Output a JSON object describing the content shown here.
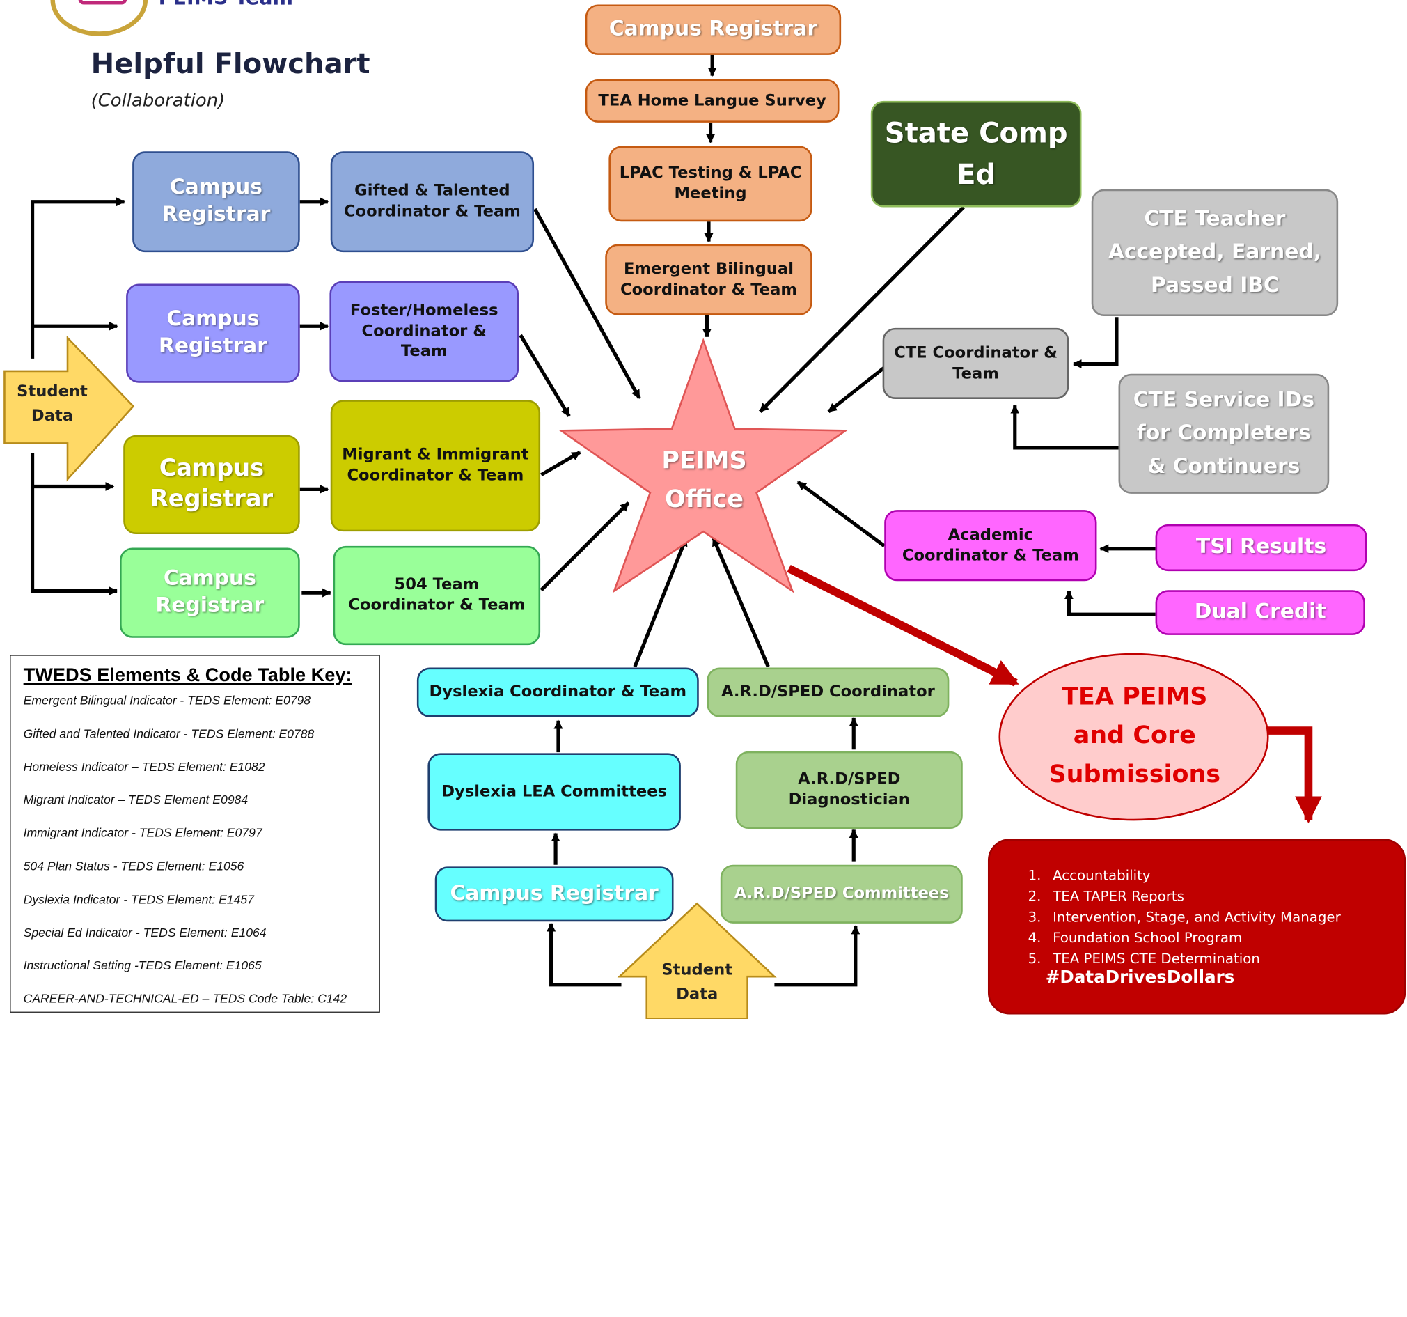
{
  "header": {
    "brand": "PEIMS Team",
    "title": "Helpful Flowchart",
    "subtitle": "(Collaboration)"
  },
  "top_chain": [
    "Campus Registrar",
    "TEA Home Langue Survey",
    "LPAC Testing & LPAC Meeting",
    "Emergent Bilingual Coordinator & Team"
  ],
  "left_rows": [
    {
      "registrar": "Campus Registrar",
      "coordinator": "Gifted & Talented Coordinator & Team"
    },
    {
      "registrar": "Campus Registrar",
      "coordinator": "Foster/Homeless Coordinator & Team"
    },
    {
      "registrar": "Campus Registrar",
      "coordinator": "Migrant & Immigrant Coordinator & Team"
    },
    {
      "registrar": "Campus Registrar",
      "coordinator": "504 Team Coordinator & Team"
    }
  ],
  "student_data_left": "Student Data",
  "student_data_bottom": "Student Data",
  "center": "PEIMS Office",
  "state_comp_ed": "State Comp Ed",
  "cte": {
    "teacher": "CTE Teacher Accepted, Earned, Passed IBC",
    "coordinator": "CTE Coordinator & Team",
    "service_ids": "CTE Service IDs for Completers & Continuers"
  },
  "academic": {
    "coordinator": "Academic Coordinator & Team",
    "tsi": "TSI Results",
    "dual": "Dual Credit"
  },
  "dyslexia": {
    "coordinator": "Dyslexia Coordinator & Team",
    "committees": "Dyslexia LEA Committees",
    "registrar": "Campus Registrar"
  },
  "sped": {
    "coordinator": "A.R.D/SPED Coordinator",
    "diagnostician": "A.R.D/SPED Diagnostician",
    "committees": "A.R.D/SPED Committees"
  },
  "tea_peims": "TEA PEIMS and Core Submissions",
  "submissions": {
    "items": [
      "Accountability",
      "TEA TAPER Reports",
      "Intervention, Stage, and Activity Manager",
      "Foundation School Program",
      "TEA PEIMS CTE Determination"
    ],
    "hashtag": "#DataDrivesDollars"
  },
  "key": {
    "title": "TWEDS Elements & Code Table Key:",
    "items": [
      "Emergent Bilingual Indicator - TEDS Element: E0798",
      "Gifted and Talented Indicator - TEDS Element: E0788",
      "Homeless Indicator – TEDS Element: E1082",
      "Migrant Indicator – TEDS Element E0984",
      "Immigrant Indicator - TEDS Element: E0797",
      "504 Plan Status - TEDS Element: E1056",
      "Dyslexia Indicator - TEDS Element: E1457",
      "Special Ed Indicator - TEDS Element: E1064",
      "Instructional Setting -TEDS Element: E1065",
      "CAREER-AND-TECHNICAL-ED – TEDS Code Table: C142"
    ]
  },
  "colors": {
    "blue_registrar": "#8faadc",
    "purple": "#9999ff",
    "olive": "#cccc00",
    "light_green": "#99ff99",
    "orange": "#f4b183",
    "dark_green": "#375623",
    "gray": "#c8c8c8",
    "magenta": "#ff66ff",
    "cyan": "#66ffff",
    "sage": "#a9d18e",
    "star": "#ff9999",
    "tea_fill": "#ffcccc",
    "tea_text": "#e00000",
    "submit_fill": "#c00000",
    "gold": "#ffd966"
  }
}
